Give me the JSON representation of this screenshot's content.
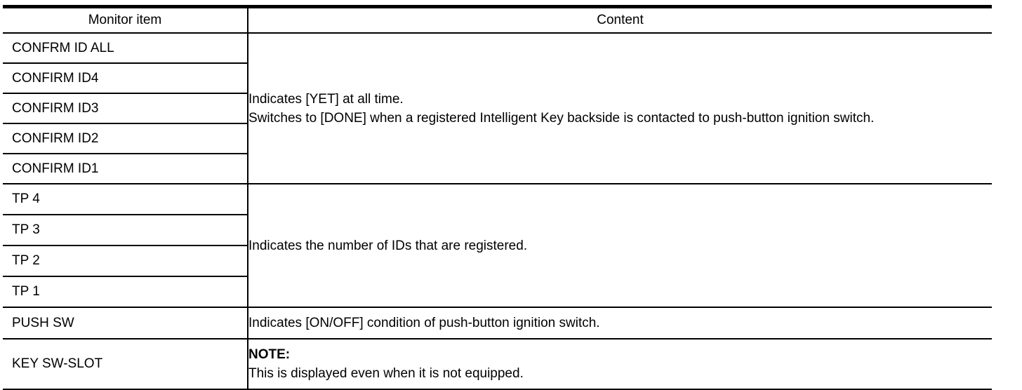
{
  "table": {
    "columns": [
      {
        "label": "Monitor item"
      },
      {
        "label": "Content"
      }
    ],
    "groups": [
      {
        "items": [
          "CONFRM ID ALL",
          "CONFIRM ID4",
          "CONFIRM ID3",
          "CONFIRM ID2",
          "CONFIRM ID1"
        ],
        "content": {
          "lines": [
            "Indicates [YET] at all time.",
            "Switches to [DONE] when a registered Intelligent Key backside is contacted to push-button ignition switch."
          ]
        }
      },
      {
        "items": [
          "TP 4",
          "TP 3",
          "TP 2",
          "TP 1"
        ],
        "content": {
          "lines": [
            "Indicates the number of IDs that are registered."
          ]
        }
      },
      {
        "items": [
          "PUSH SW"
        ],
        "content": {
          "lines": [
            "Indicates [ON/OFF] condition of push-button ignition switch."
          ]
        }
      },
      {
        "items": [
          "KEY SW-SLOT"
        ],
        "content": {
          "note_label": "NOTE:",
          "lines": [
            "This is displayed even when it is not equipped."
          ]
        }
      }
    ]
  }
}
